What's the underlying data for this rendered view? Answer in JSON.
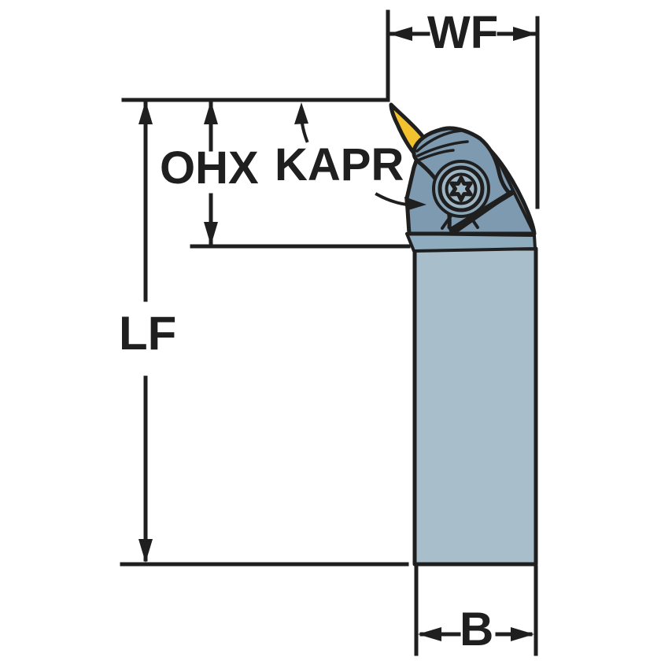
{
  "figure": {
    "type": "technical-dimension-drawing",
    "subject": "Turning tool holder with cutting insert, side view",
    "line_color": "#1f1f1f",
    "background": "#ffffff",
    "labels": {
      "wf": "WF",
      "ohx": "OHX",
      "kapr": "KAPR",
      "lf": "LF",
      "b": "B"
    },
    "colors": {
      "insert": "#f3c32f",
      "head": "#7e9ab0",
      "head_band": "#8fabbe",
      "clamp": "#7e9ab0",
      "screw_pocket": "#8aa6b9",
      "screw_ring": "#9fb6c5",
      "shank": "#a8becb"
    }
  }
}
